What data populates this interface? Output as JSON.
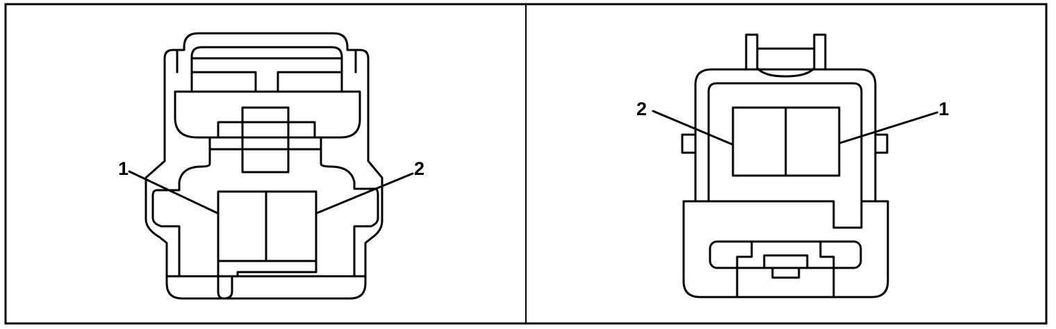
{
  "left_view": {
    "callouts": [
      "1",
      "2"
    ]
  },
  "right_view": {
    "callouts": [
      "2",
      "1"
    ]
  }
}
